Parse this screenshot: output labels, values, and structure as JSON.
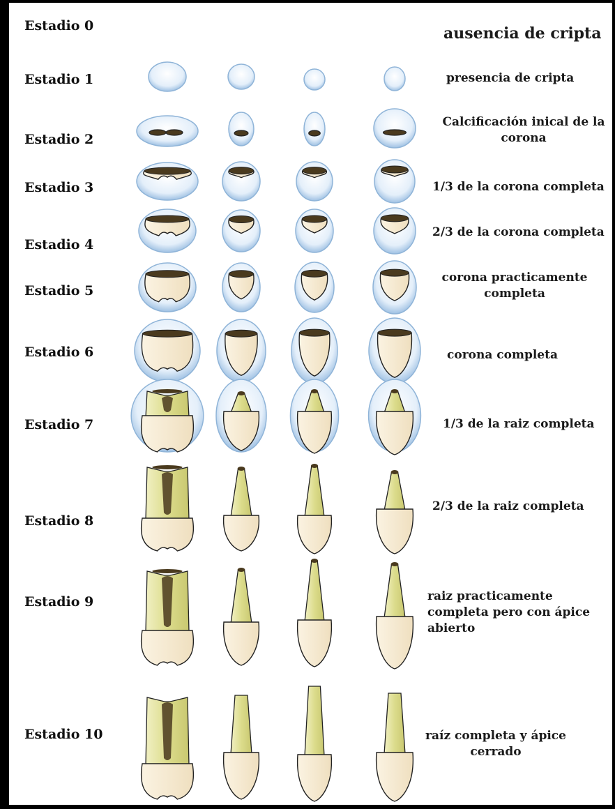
{
  "stages": [
    {
      "label": "Estadio 0",
      "description": "ausencia de cripta"
    },
    {
      "label": "Estadio 1",
      "description": "presencia de cripta"
    },
    {
      "label": "Estadio 2",
      "description": "Calcificación inical de la\ncorona"
    },
    {
      "label": "Estadio 3",
      "description": "1/3 de la corona completa"
    },
    {
      "label": "Estadio 4",
      "description": "2/3 de la corona completa"
    },
    {
      "label": "Estadio 5",
      "description": "corona practicamente\ncompleta"
    },
    {
      "label": "Estadio 6",
      "description": "corona completa"
    },
    {
      "label": "Estadio 7",
      "description": "1/3 de la raiz completa"
    },
    {
      "label": "Estadio 8",
      "description": "2/3 de la raiz completa"
    },
    {
      "label": "Estadio 9",
      "description": "raiz practicamente\ncompleta  pero con ápice\nabierto"
    },
    {
      "label": "Estadio 10",
      "description": "raíz completa y ápice\ncerrado"
    }
  ],
  "tooth_types": [
    "molar",
    "incisivo-central",
    "incisivo-lateral",
    "canino"
  ],
  "colors": {
    "crypt": "#cfe3f5",
    "crypt_edge": "#8fb4d8",
    "enamel": "#f7ecd6",
    "root": "#e8e7a6",
    "pulp": "#4a3a1e",
    "outline": "#222222"
  }
}
